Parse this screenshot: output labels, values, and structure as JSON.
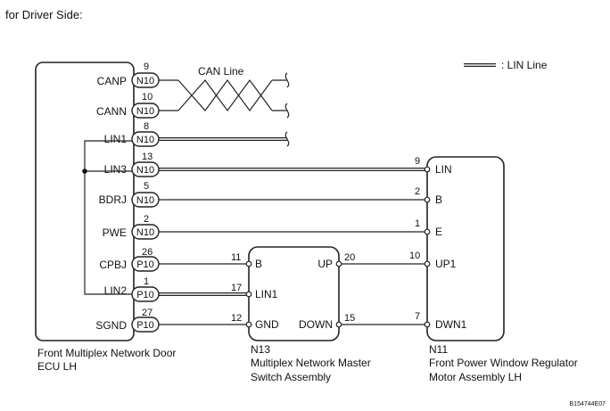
{
  "header": "for Driver Side:",
  "legend_label": ": LIN Line",
  "can_line_label": "CAN Line",
  "ecu": {
    "caption_line1": "Front Multiplex Network Door",
    "caption_line2": "ECU LH",
    "signals": [
      {
        "name": "CANP",
        "connector": "N10",
        "pin": "9"
      },
      {
        "name": "CANN",
        "connector": "N10",
        "pin": "10"
      },
      {
        "name": "LIN1",
        "connector": "N10",
        "pin": "8"
      },
      {
        "name": "LIN3",
        "connector": "N10",
        "pin": "13"
      },
      {
        "name": "BDRJ",
        "connector": "N10",
        "pin": "5"
      },
      {
        "name": "PWE",
        "connector": "N10",
        "pin": "2"
      },
      {
        "name": "CPBJ",
        "connector": "P10",
        "pin": "26"
      },
      {
        "name": "LIN2",
        "connector": "P10",
        "pin": "1"
      },
      {
        "name": "SGND",
        "connector": "P10",
        "pin": "27"
      }
    ]
  },
  "switch": {
    "id": "N13",
    "caption_line1": "Multiplex Network Master",
    "caption_line2": "Switch Assembly",
    "left_pins": [
      {
        "name": "B",
        "pin": "11"
      },
      {
        "name": "LIN1",
        "pin": "17"
      },
      {
        "name": "GND",
        "pin": "12"
      }
    ],
    "right_pins": [
      {
        "name": "UP",
        "pin": "20"
      },
      {
        "name": "DOWN",
        "pin": "15"
      }
    ]
  },
  "motor": {
    "id": "N11",
    "caption_line1": "Front Power Window Regulator",
    "caption_line2": "Motor Assembly LH",
    "pins": [
      {
        "name": "LIN",
        "pin": "9"
      },
      {
        "name": "B",
        "pin": "2"
      },
      {
        "name": "E",
        "pin": "1"
      },
      {
        "name": "UP1",
        "pin": "10"
      },
      {
        "name": "DWN1",
        "pin": "7"
      }
    ]
  },
  "figure_code": "B154744E07"
}
